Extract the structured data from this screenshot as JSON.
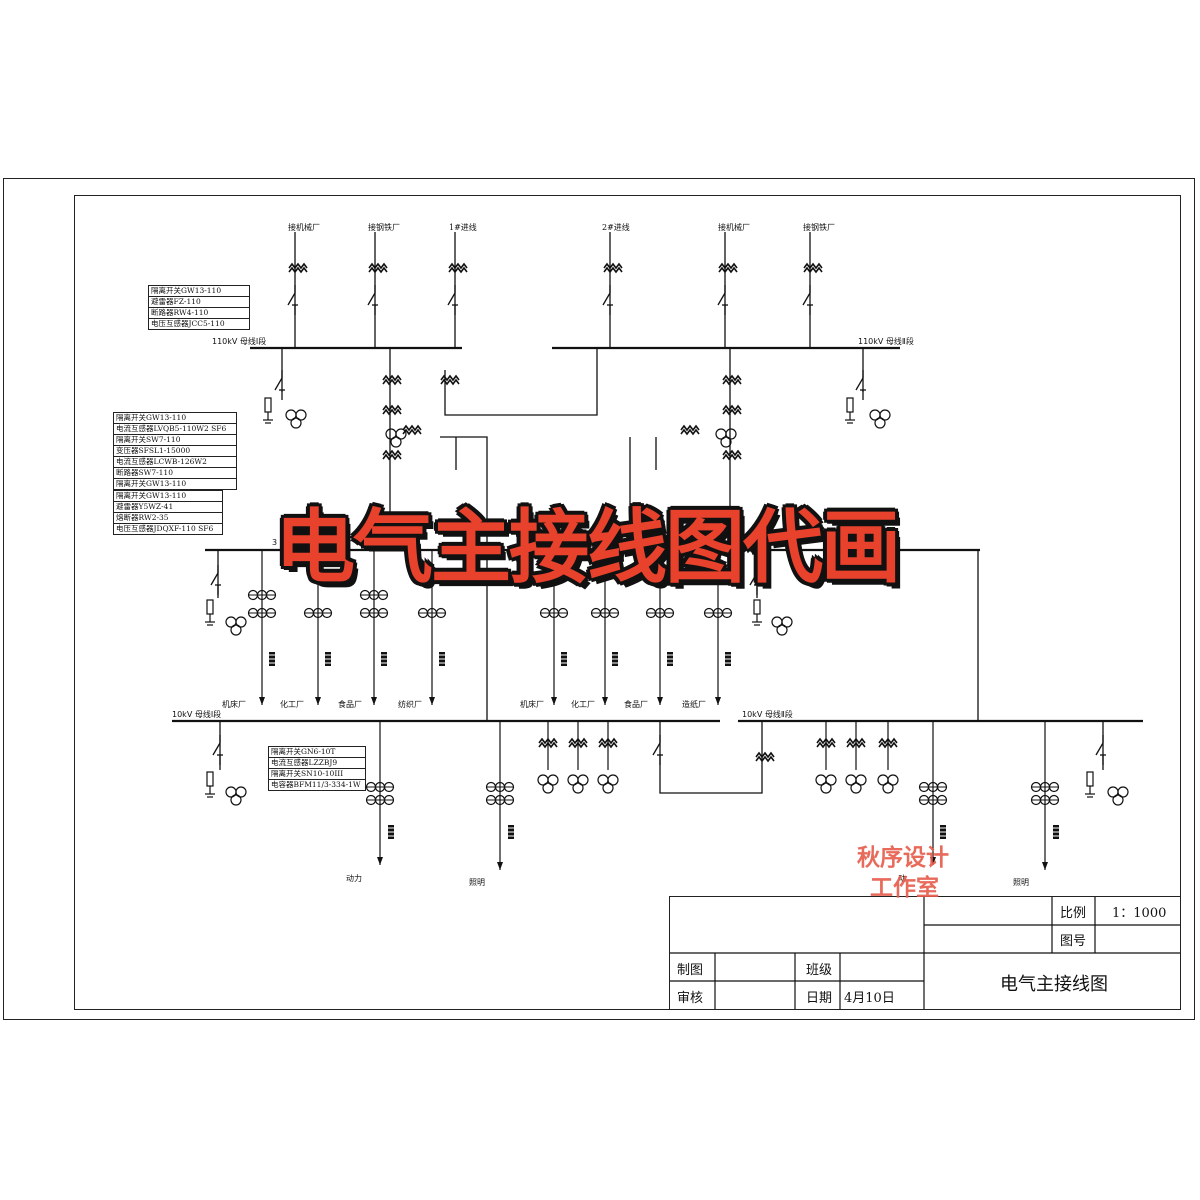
{
  "diagram": {
    "bus_labels": {
      "bus_110_1": "110kV 母线Ⅰ段",
      "bus_110_2": "110kV 母线Ⅱ段",
      "bus_10_1": "10kV 母线Ⅰ段",
      "bus_10_2": "10kV 母线Ⅱ段",
      "bus_35_left": "3",
      "bus_35_mid": "35kV"
    },
    "top_feeders": [
      "接机械厂",
      "接钢铁厂",
      "1#进线",
      "2#进线",
      "接机械厂",
      "接钢铁厂"
    ],
    "middle_feeders": [
      "机床厂",
      "化工厂",
      "食品厂",
      "纺织厂",
      "机床厂",
      "化工厂",
      "食品厂",
      "造纸厂"
    ],
    "bottom_feeders": [
      "动力",
      "照明",
      "动",
      "照明"
    ],
    "legend_110": [
      "隔离开关GW13-110",
      "避雷器FZ-110",
      "断路器RW4-110",
      "电压互感器JCC5-110"
    ],
    "legend_transformer": [
      "隔离开关GW13-110",
      "电流互感器LVQB5-110W2 SF6",
      "隔离开关SW7-110",
      "变压器SFSL1-15000",
      "电流互感器LCWB-126W2",
      "断路器SW7-110",
      "隔离开关GW13-110"
    ],
    "legend_35": [
      "隔离开关GW13-110",
      "避雷器Y5WZ-41",
      "熔断器RW2-35",
      "电压互感器JDQXF-110 SF6"
    ],
    "legend_10": [
      "隔离开关GN6-10T",
      "电流互感器LZZBJ9",
      "隔离开关SN10-10III",
      "电容器BFM11/3-334-1W"
    ]
  },
  "title_block": {
    "scale_label": "比例",
    "scale_value": "1：1000",
    "drawing_no_label": "图号",
    "drawn_by_label": "制图",
    "class_label": "班级",
    "reviewed_label": "审核",
    "date_label": "日期",
    "date_value": "4月10日",
    "drawing_title": "电气主接线图"
  },
  "overlay": {
    "banner": "电气主接线图代画",
    "watermark_line1": "秋序设计",
    "watermark_line2": "工作室"
  },
  "colors": {
    "banner_fill": "#e8412c",
    "banner_outline": "#111111",
    "watermark": "#e55a4a",
    "lines": "#111111"
  }
}
